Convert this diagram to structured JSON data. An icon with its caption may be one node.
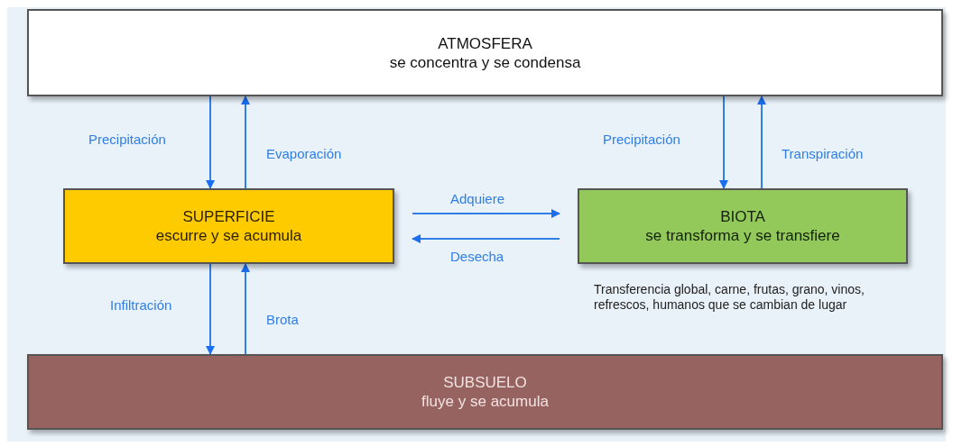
{
  "diagram": {
    "nodes": [
      {
        "text": [
          "ATMOSFERA",
          "se concentra y se condensa"
        ]
      },
      {
        "text": [
          "SUPERFICIE",
          "escurre y se acumula"
        ]
      },
      {
        "text": [
          "BIOTA",
          "se transforma y se transfiere"
        ],
        "beside": [
          "Transferencia global, carne, frutas, grano, vinos, refrescos, humanos que se cambian de lugar"
        ]
      },
      {
        "text": [
          "SUBSUELO",
          "fluye y se acumula"
        ]
      }
    ],
    "edges": [
      {
        "from": 0,
        "to": 1,
        "arrow": "to",
        "label": "Precipitación"
      },
      {
        "from": 1,
        "to": 0,
        "arrow": "to",
        "label": "Evaporación"
      },
      {
        "from": 0,
        "to": 2,
        "arrow": "to",
        "label": "Precipitación"
      },
      {
        "from": 2,
        "to": 0,
        "arrow": "to",
        "label": "Transpiración"
      },
      {
        "from": 1,
        "to": 2,
        "arrow": "to",
        "label": "Adquiere"
      },
      {
        "from": 2,
        "to": 1,
        "arrow": "to",
        "label": "Desecha"
      },
      {
        "from": 1,
        "to": 3,
        "arrow": "to",
        "label": "Infiltración"
      },
      {
        "from": 3,
        "to": 1,
        "arrow": "to",
        "label": "Brota"
      }
    ]
  }
}
